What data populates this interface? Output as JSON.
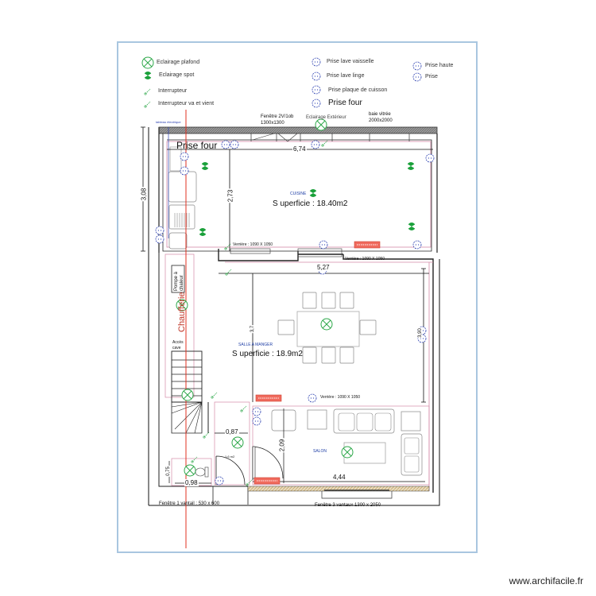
{
  "legend": {
    "items_left": [
      {
        "icon": "ceiling-light-icon",
        "label": "Eclairage plafond"
      },
      {
        "icon": "spot-light-icon",
        "label": "Eclairage spot"
      },
      {
        "icon": "switch-icon",
        "label": "Interrupteur"
      },
      {
        "icon": "two-way-switch-icon",
        "label": "Interrupteur va et vient"
      }
    ],
    "items_middle": [
      {
        "icon": "dishwasher-outlet-icon",
        "label": "Prise lave vaisselle"
      },
      {
        "icon": "washing-machine-outlet-icon",
        "label": "Prise lave linge"
      },
      {
        "icon": "cooktop-outlet-icon",
        "label": "Prise plaque de cuisson"
      },
      {
        "icon": "oven-outlet-icon",
        "label": "Prise four"
      }
    ],
    "items_right": [
      {
        "icon": "high-outlet-icon",
        "label": "Prise haute"
      },
      {
        "icon": "outlet-icon",
        "label": "Prise"
      }
    ]
  },
  "plan": {
    "top_labels": {
      "electric_panel": "tableau électrique",
      "window_top": "Fenêtre 2V/1ob\n1300x1300",
      "window_top_l1": "Fenêtre 2V/1ob",
      "window_top_l2": "1300x1300",
      "exterior_light": "Eclairage Extérieur",
      "bay_window_l1": "baie vitrée",
      "bay_window_l2": "2000x2000",
      "oven_outlet": "Prise four"
    },
    "rooms": {
      "kitchen": {
        "name": "CUISINE",
        "area": "S uperficie : 18.40m2"
      },
      "dining": {
        "name": "SALLE A MANGER",
        "area": "S uperficie : 18.9m2"
      },
      "living": {
        "name": "SALON"
      },
      "wc": {
        "name": "1,6 m2"
      }
    },
    "labels": {
      "heat_pump_l1": "Pompe à",
      "heat_pump_l2": "chaleur",
      "boiler": "Chaufferie",
      "cellar_l1": "Accès",
      "cellar_l2": "cave",
      "glass_wall_1": "Verrière : 1090 X 1050",
      "glass_wall_2": "Verrière : 1090 X 1050",
      "glass_wall_3": "Verrière : 1090 X 1050",
      "window_bottom_left": "Fenêtre 1 vantail : 530 x 600",
      "window_bottom_right": "Fenêtre 3 vantaux 1300 x 2050"
    },
    "dimensions": {
      "kitchen_width": "6,74",
      "kitchen_height_outer": "3,08",
      "kitchen_height_inner": "2,73",
      "dining_width": "5,27",
      "dining_height": "3,7",
      "dining_right_height": "3,90",
      "hall_width": "0,87",
      "living_height": "2,09",
      "living_width": "4,44",
      "wc_width": "0,98",
      "wc_height": "0,75"
    }
  },
  "watermark": "www.archifacile.fr"
}
